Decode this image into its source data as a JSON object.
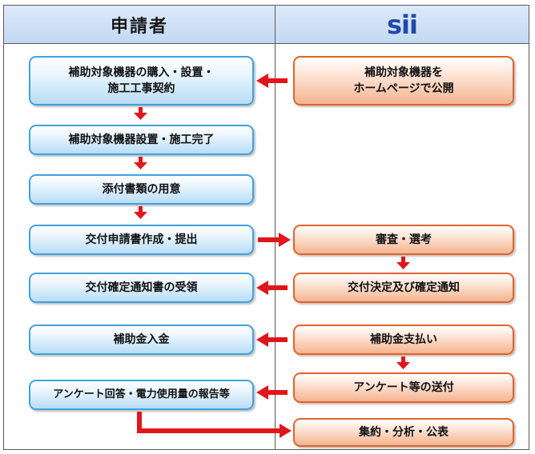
{
  "header": {
    "applicant_title": "申請者",
    "sii_logo_text": "sii"
  },
  "applicant_steps": [
    "補助対象機器の購入・設置・\n施工工事契約",
    "補助対象機器設置・施工完了",
    "添付書類の用意",
    "交付申請書作成・提出",
    "交付確定通知書の受領",
    "補助金入金",
    "アンケート回答・電力使用量の報告等"
  ],
  "sii_steps": [
    "補助対象機器を\nホームページで公開",
    "審査・選考",
    "交付決定及び確定通知",
    "補助金支払い",
    "アンケート等の送付",
    "集約・分析・公表"
  ],
  "colors": {
    "applicant_box_border": "#3fa2e0",
    "sii_box_border": "#e2632a",
    "arrow": "#e0161b",
    "header_bg": "#c3d8f2",
    "logo": "#2149a8"
  }
}
